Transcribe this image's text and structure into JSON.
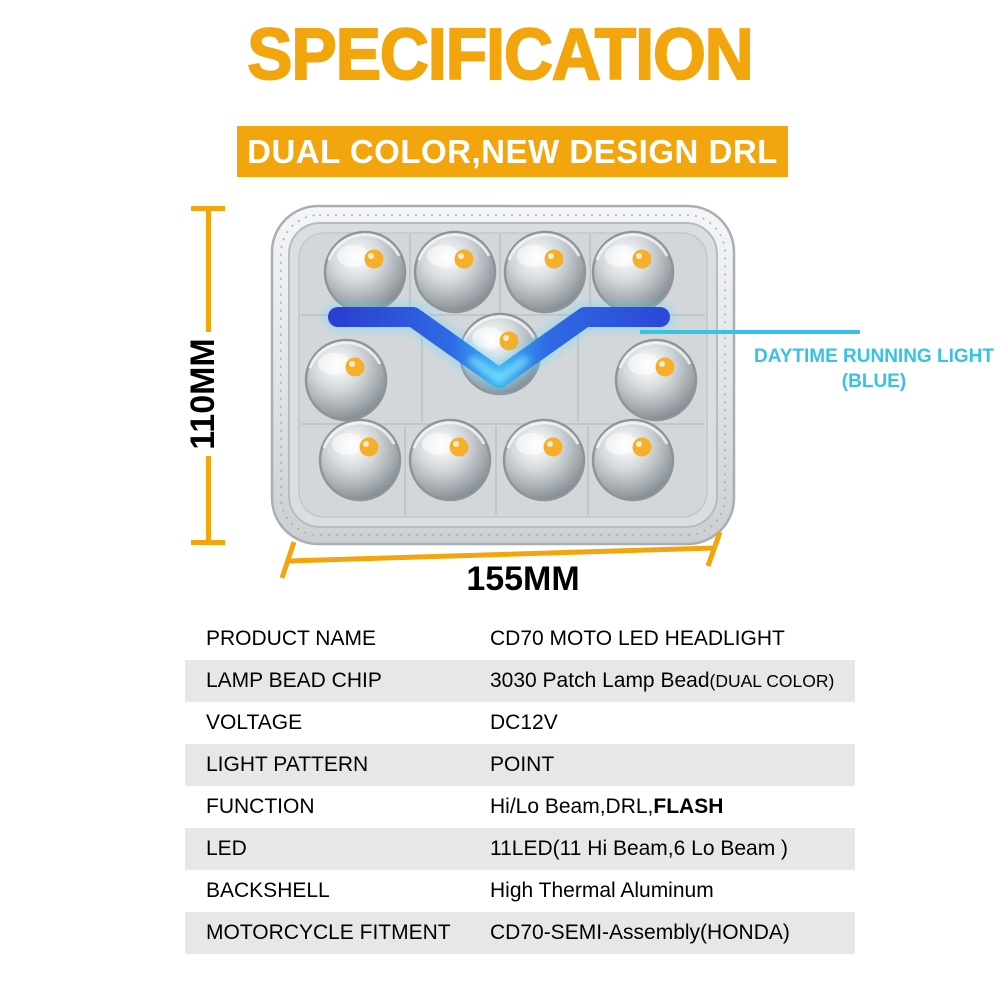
{
  "page": {
    "title": "SPECIFICATION",
    "banner": "DUAL COLOR,NEW DESIGN DRL"
  },
  "colors": {
    "accent_orange": "#F2A50C",
    "callout_cyan": "#38C2E4",
    "drl_blue": "#2B49D8",
    "drl_glow_cyan": "#38B9F4",
    "amber_led": "#F5AF2B",
    "row_gray": "#E7E7E7"
  },
  "diagram": {
    "height_label": "110MM",
    "width_label": "155MM",
    "callout_line1": "DAYTIME RUNNING LIGHT",
    "callout_line2": "(BLUE)"
  },
  "table": {
    "rows": [
      {
        "label": "PRODUCT NAME",
        "value": "CD70 MOTO LED HEADLIGHT",
        "value2": ""
      },
      {
        "label": "LAMP BEAD CHIP",
        "value": "3030 Patch Lamp Bead",
        "value2": "(DUAL COLOR)"
      },
      {
        "label": "VOLTAGE",
        "value": "DC12V",
        "value2": ""
      },
      {
        "label": "LIGHT PATTERN",
        "value": "POINT",
        "value2": ""
      },
      {
        "label": "FUNCTION",
        "value": "Hi/Lo Beam,DRL,",
        "value2": "FLASH"
      },
      {
        "label": "LED",
        "value": "11LED(11 Hi Beam,6 Lo Beam )",
        "value2": ""
      },
      {
        "label": "BACKSHELL",
        "value": "High Thermal Aluminum",
        "value2": ""
      },
      {
        "label": "MOTORCYCLE FITMENT",
        "value": "CD70-SEMI-Assembly(HONDA)",
        "value2": ""
      }
    ]
  }
}
